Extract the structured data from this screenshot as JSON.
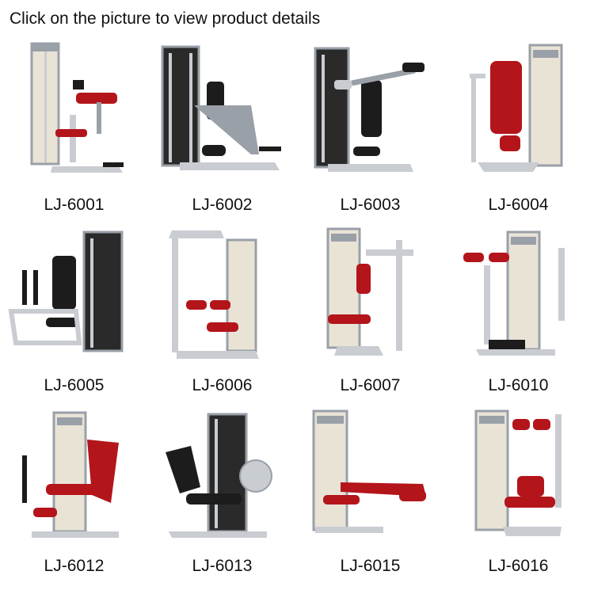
{
  "header": {
    "text": "Click on the picture to view product details"
  },
  "colors": {
    "frame": "#c9ccd1",
    "frame_dark": "#9aa0a8",
    "pad_red": "#b3151b",
    "black": "#1c1c1c",
    "panel_beige": "#e9e3d6",
    "panel_dark": "#2a2a2a"
  },
  "products": [
    {
      "model": "LJ-6001",
      "icon": "biceps-curl-machine-icon"
    },
    {
      "model": "LJ-6002",
      "icon": "triceps-dip-machine-icon"
    },
    {
      "model": "LJ-6003",
      "icon": "shoulder-press-machine-icon"
    },
    {
      "model": "LJ-6004",
      "icon": "chest-press-machine-icon"
    },
    {
      "model": "LJ-6005",
      "icon": "seated-dip-machine-icon"
    },
    {
      "model": "LJ-6006",
      "icon": "lat-pulldown-machine-icon"
    },
    {
      "model": "LJ-6007",
      "icon": "rowing-machine-icon"
    },
    {
      "model": "LJ-6010",
      "icon": "pec-fly-machine-icon"
    },
    {
      "model": "LJ-6012",
      "icon": "leg-extension-machine-icon"
    },
    {
      "model": "LJ-6013",
      "icon": "leg-press-machine-icon"
    },
    {
      "model": "LJ-6015",
      "icon": "leg-curl-machine-icon"
    },
    {
      "model": "LJ-6016",
      "icon": "hip-abductor-machine-icon"
    }
  ]
}
